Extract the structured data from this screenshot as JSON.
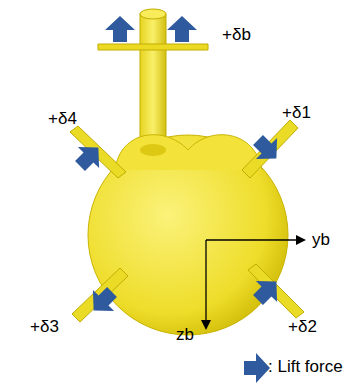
{
  "diagram": {
    "labels": [
      "+δb",
      "+δ4",
      "+δ1",
      "+δ3",
      "+δ2",
      "yb",
      "zb"
    ],
    "legend": [
      {
        "text": ": Lift force"
      }
    ]
  }
}
